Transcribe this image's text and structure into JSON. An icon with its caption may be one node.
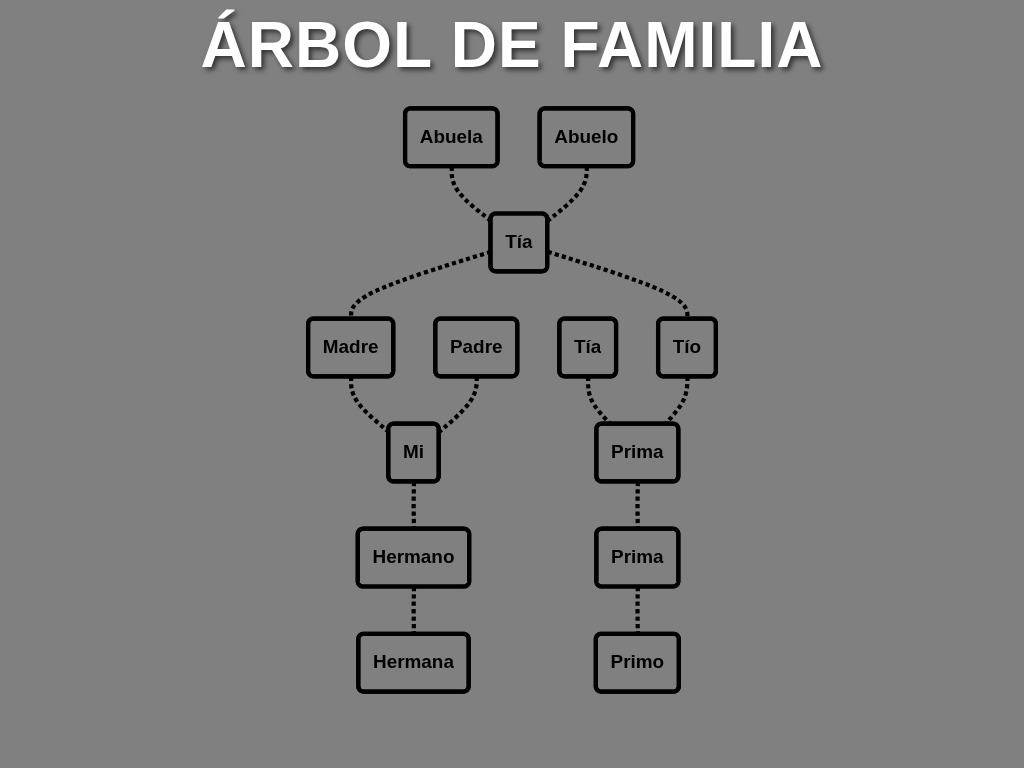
{
  "diagram": {
    "title": "ÁRBOL DE FAMILIA",
    "nodes": [
      {
        "text": [
          "Abuela"
        ]
      },
      {
        "text": [
          "Abuelo"
        ]
      },
      {
        "text": [
          "Tía"
        ]
      },
      {
        "text": [
          "Tía"
        ]
      },
      {
        "text": [
          "Madre"
        ]
      },
      {
        "text": [
          "Padre"
        ]
      },
      {
        "text": [
          "Tío"
        ]
      },
      {
        "text": [
          "Mi"
        ]
      },
      {
        "text": [
          "Prima"
        ]
      },
      {
        "text": [
          "Hermano"
        ]
      },
      {
        "text": [
          "Prima"
        ]
      },
      {
        "text": [
          "Hermana"
        ]
      },
      {
        "text": [
          "Primo"
        ]
      }
    ],
    "edges": [
      {
        "from": 0,
        "to": 3,
        "arrow": "none",
        "style": "dashed"
      },
      {
        "from": 1,
        "to": 3,
        "arrow": "none",
        "style": "dashed"
      },
      {
        "from": 3,
        "to": 4,
        "arrow": "none",
        "style": "dashed"
      },
      {
        "from": 3,
        "to": 6,
        "arrow": "none",
        "style": "dashed"
      },
      {
        "from": 2,
        "to": 8,
        "arrow": "none",
        "style": "dashed"
      },
      {
        "from": 6,
        "to": 8,
        "arrow": "none",
        "style": "dashed"
      },
      {
        "from": 8,
        "to": 10,
        "arrow": "none",
        "style": "dashed"
      },
      {
        "from": 10,
        "to": 12,
        "arrow": "none",
        "style": "dashed"
      },
      {
        "from": 4,
        "to": 7,
        "arrow": "none",
        "style": "dashed"
      },
      {
        "from": 5,
        "to": 7,
        "arrow": "none",
        "style": "dashed"
      },
      {
        "from": 7,
        "to": 9,
        "arrow": "none",
        "style": "dashed"
      },
      {
        "from": 9,
        "to": 11,
        "arrow": "none",
        "style": "dashed"
      }
    ]
  }
}
